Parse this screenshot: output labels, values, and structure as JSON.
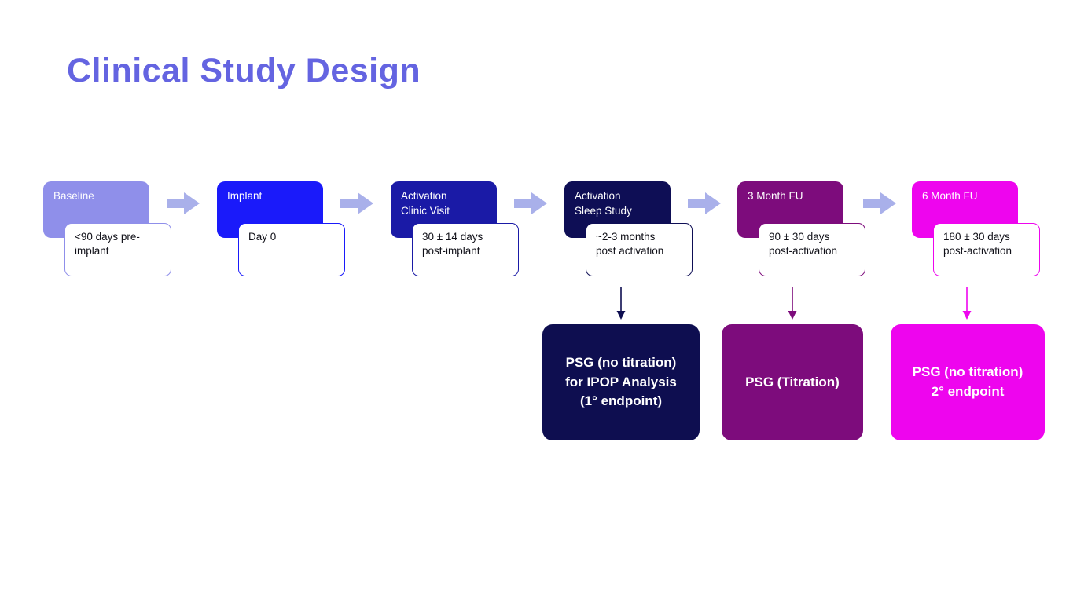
{
  "slide": {
    "title": "Clinical Study Design"
  },
  "colors": {
    "title": "#6464e1",
    "flow_arrow": "#a9b0ea",
    "detail_text": "#101018",
    "background": "#ffffff"
  },
  "stages": [
    {
      "label": "Baseline",
      "detail": "<90 days pre-\nimplant",
      "color": "#8f8fea"
    },
    {
      "label": "Implant",
      "detail": "Day 0",
      "color": "#1a1afa"
    },
    {
      "label": "Activation\nClinic Visit",
      "detail": "30 ± 14 days\npost-implant",
      "color": "#1a1aa6"
    },
    {
      "label": "Activation\nSleep Study",
      "detail": "~2-3 months\npost activation",
      "color": "#0e0e55"
    },
    {
      "label": "3 Month FU",
      "detail": "90 ± 30 days\npost-activation",
      "color": "#7d0c7c"
    },
    {
      "label": "6 Month FU",
      "detail": "180 ± 30 days\npost-activation",
      "color": "#ee05ee"
    }
  ],
  "endpoints": [
    {
      "label": "PSG (no titration)\nfor IPOP Analysis\n(1° endpoint)",
      "color": "#0e0e50"
    },
    {
      "label": "PSG (Titration)",
      "color": "#7d0c7c"
    },
    {
      "label": "PSG (no titration)\n2° endpoint",
      "color": "#ee05ee"
    }
  ]
}
